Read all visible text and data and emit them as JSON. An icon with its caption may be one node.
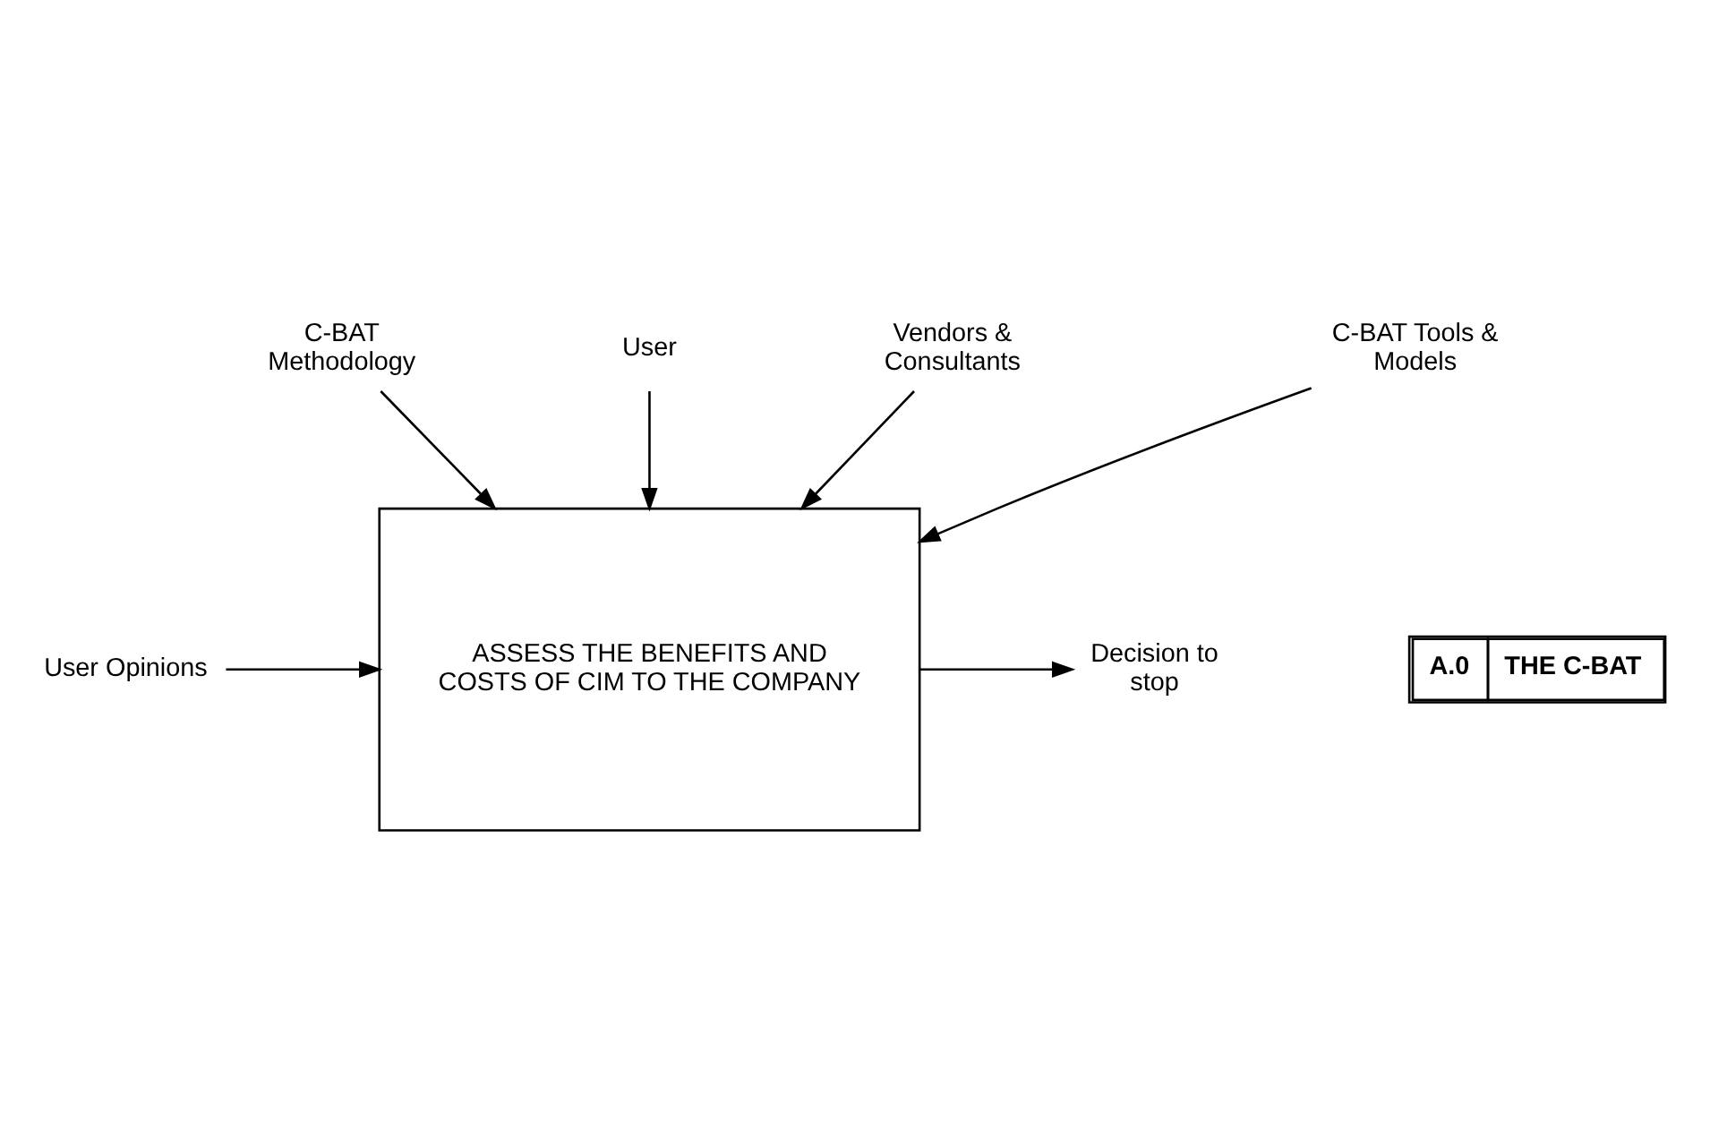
{
  "diagram": {
    "nodes": [
      {
        "text": [
          "C-BAT Methodology"
        ]
      },
      {
        "text": [
          "ASSESS THE BENEFITS AND COSTS OF CIM TO THE COMPANY"
        ]
      },
      {
        "text": [
          "User Opinions"
        ]
      },
      {
        "text": [
          "Decision to stop"
        ]
      },
      {
        "text": [
          "User"
        ]
      },
      {
        "text": [
          "C-BAT Tools & Models"
        ]
      },
      {
        "text": [
          "Vendors & Consultants"
        ]
      }
    ],
    "edges": [
      {
        "from": 0,
        "to": 1,
        "arrow": "to"
      },
      {
        "from": 2,
        "to": 1,
        "arrow": "to"
      },
      {
        "from": 1,
        "to": 3,
        "arrow": "to"
      },
      {
        "from": 4,
        "to": 1,
        "arrow": "to"
      },
      {
        "from": 5,
        "to": 1,
        "arrow": "to"
      },
      {
        "from": 6,
        "to": 1,
        "arrow": "to"
      }
    ],
    "labels": [
      "A.0",
      "THE C-BAT"
    ]
  }
}
